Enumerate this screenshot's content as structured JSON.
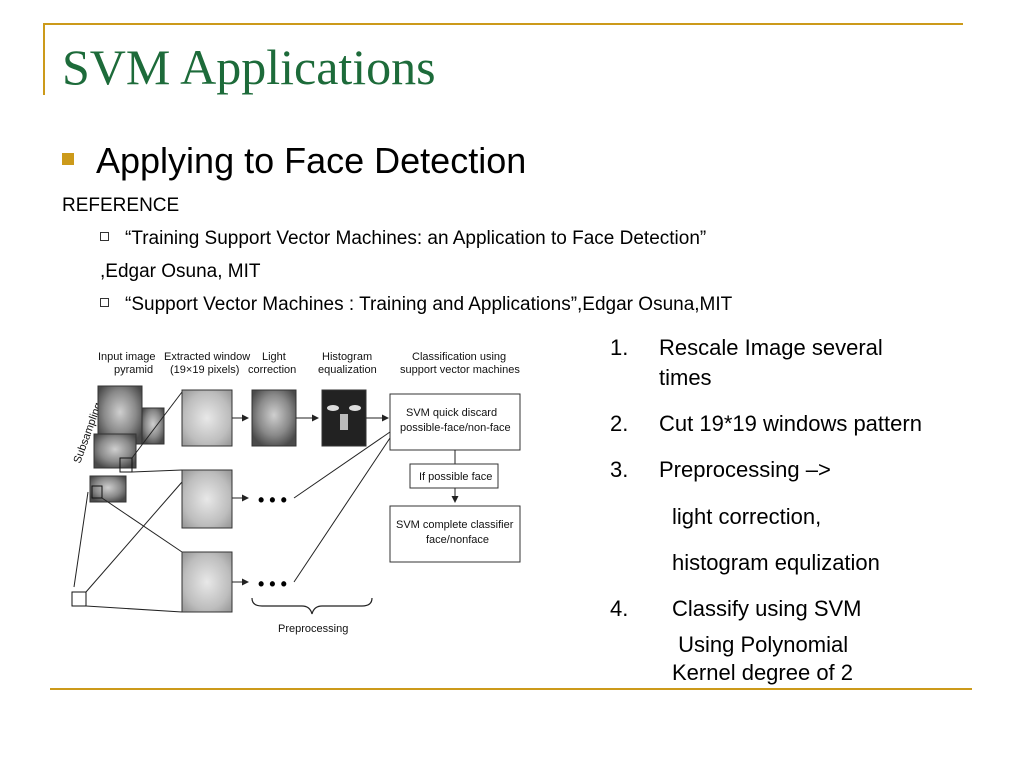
{
  "slide": {
    "title": "SVM Applications",
    "bullet": "Applying to Face Detection",
    "reference_label": "REFERENCE",
    "references": [
      "“Training Support Vector Machines: an Application to Face Detection”",
      ",Edgar Osuna, MIT",
      "“Support Vector Machines : Training and Applications”,Edgar Osuna,MIT"
    ],
    "steps": [
      {
        "num": "1.",
        "lines": [
          "Rescale Image several",
          "times"
        ]
      },
      {
        "num": "2.",
        "lines": [
          "Cut 19*19 windows pattern"
        ]
      },
      {
        "num": "3.",
        "lines": [
          "Preprocessing –>"
        ]
      },
      {
        "num": "",
        "lines": [
          "light correction,"
        ]
      },
      {
        "num": "",
        "lines": [
          "histogram equlization"
        ]
      },
      {
        "num": "4.",
        "lines": [
          "Classify using SVM"
        ]
      },
      {
        "num": "",
        "lines": [
          " Using Polynomial",
          "Kernel degree of 2"
        ]
      }
    ]
  },
  "diagram": {
    "col_input": [
      "Input image",
      "pyramid"
    ],
    "col_extracted": [
      "Extracted window",
      "(19×19 pixels)"
    ],
    "col_light": [
      "Light",
      "correction"
    ],
    "col_hist": [
      "Histogram",
      "equalization"
    ],
    "col_class": [
      "Classification using",
      "support vector machines"
    ],
    "subsampling": "Subsampling",
    "box_quick": [
      "SVM quick discard",
      "possible-face/non-face"
    ],
    "if_face": "If possible face",
    "box_complete": [
      "SVM complete classifier",
      "face/nonface"
    ],
    "dots": "• • •",
    "preprocessing": "Preprocessing"
  }
}
